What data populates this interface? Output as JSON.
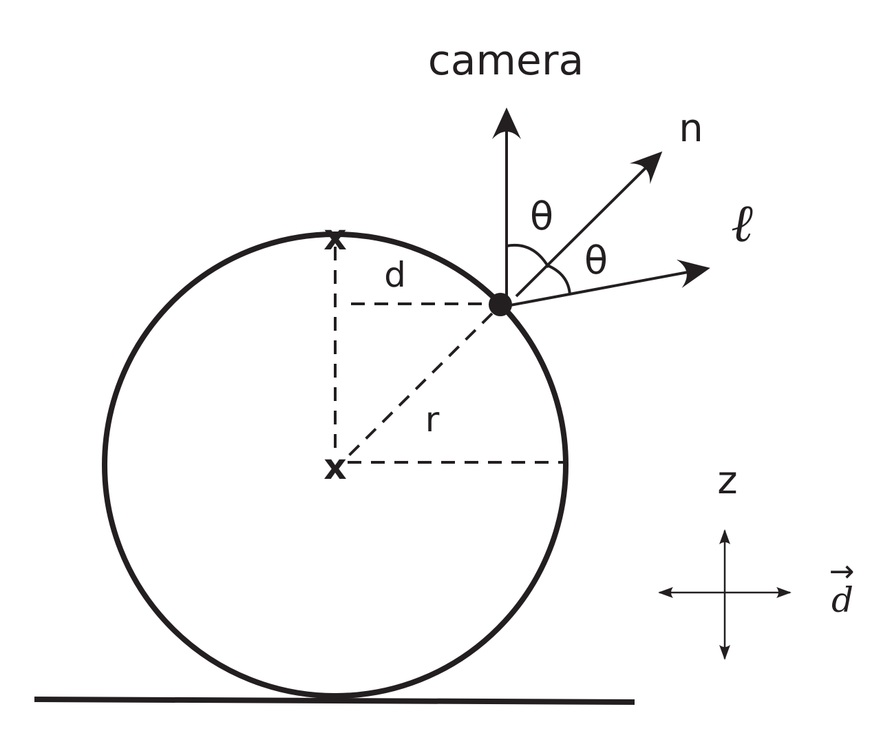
{
  "labels": {
    "camera": "camera",
    "normal": "n",
    "light": "ℓ",
    "theta_upper": "θ",
    "theta_lower": "θ",
    "distance": "d",
    "radius": "r",
    "top_marker": "x",
    "center_marker": "x",
    "axis_z": "z",
    "axis_d": "d",
    "axis_d_arrow": "→"
  },
  "colors": {
    "stroke": "#231f20",
    "background": "#ffffff"
  }
}
